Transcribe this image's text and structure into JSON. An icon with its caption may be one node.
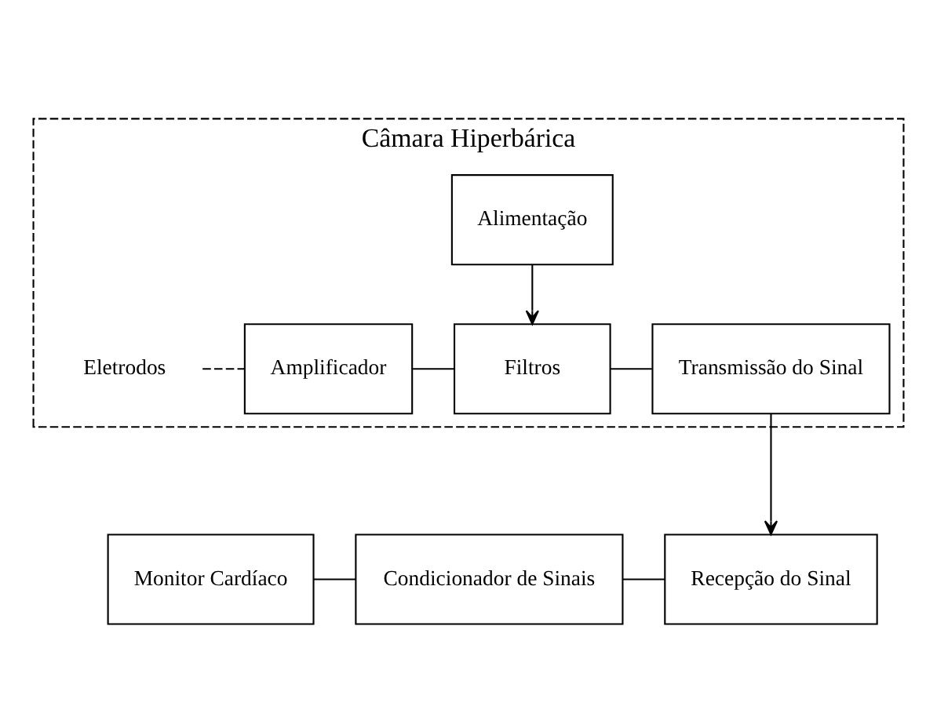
{
  "diagram": {
    "nodes": [
      {
        "text": [
          "Câmara Hiperbárica"
        ]
      },
      {
        "text": [
          "Alimentação"
        ],
        "in": 0
      },
      {
        "text": [
          "Eletrodos"
        ],
        "in": 0
      },
      {
        "text": [
          "Amplificador"
        ],
        "in": 0
      },
      {
        "text": [
          "Filtros"
        ],
        "in": 0
      },
      {
        "text": [
          "Transmissão do Sinal"
        ],
        "in": 0
      },
      {
        "text": [
          "Monitor Cardíaco"
        ]
      },
      {
        "text": [
          "Condicionador de Sinais"
        ]
      },
      {
        "text": [
          "Recepção do Sinal"
        ]
      }
    ],
    "edges": [
      {
        "from": 1,
        "to": 4,
        "arrow": "to"
      },
      {
        "from": 2,
        "to": 3,
        "arrow": "none",
        "style": "dashed"
      },
      {
        "from": 3,
        "to": 4,
        "arrow": "none"
      },
      {
        "from": 4,
        "to": 5,
        "arrow": "none"
      },
      {
        "from": 5,
        "to": 8,
        "arrow": "to"
      },
      {
        "from": 6,
        "to": 7,
        "arrow": "none"
      },
      {
        "from": 7,
        "to": 8,
        "arrow": "none"
      }
    ]
  }
}
